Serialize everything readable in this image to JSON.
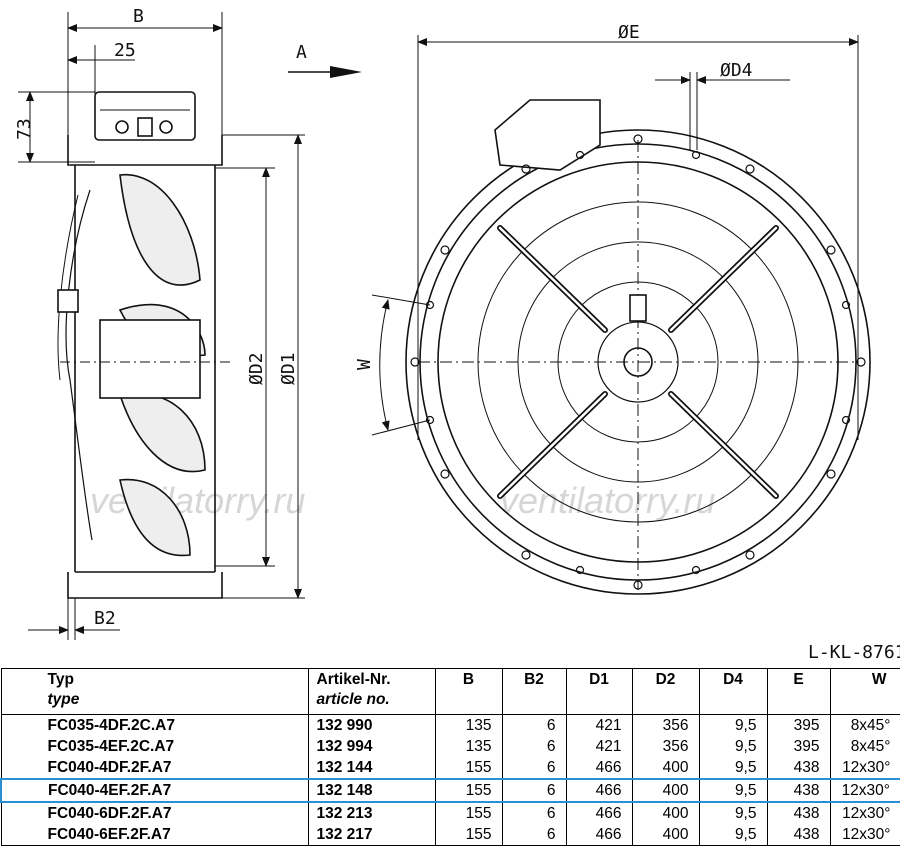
{
  "drawing": {
    "labels": {
      "B": "B",
      "dim25": "25",
      "dim73": "73",
      "B2": "B2",
      "D2": "ØD2",
      "D1": "ØD1",
      "E": "ØE",
      "D4": "ØD4",
      "W": "W",
      "A": "A"
    },
    "drawing_ref": "L-KL-8761",
    "watermark": "ventilatorry.ru"
  },
  "table": {
    "header": {
      "typ": "Typ",
      "type": "type",
      "artikel": "Artikel-Nr.",
      "article": "article no.",
      "B": "B",
      "B2": "B2",
      "D1": "D1",
      "D2": "D2",
      "D4": "D4",
      "E": "E",
      "W": "W"
    },
    "rows": [
      {
        "typ": "FC035-4DF.2C.A7",
        "art": "132 990",
        "B": "135",
        "B2": "6",
        "D1": "421",
        "D2": "356",
        "D4": "9,5",
        "E": "395",
        "W": "8x45°"
      },
      {
        "typ": "FC035-4EF.2C.A7",
        "art": "132 994",
        "B": "135",
        "B2": "6",
        "D1": "421",
        "D2": "356",
        "D4": "9,5",
        "E": "395",
        "W": "8x45°"
      },
      {
        "typ": "FC040-4DF.2F.A7",
        "art": "132 144",
        "B": "155",
        "B2": "6",
        "D1": "466",
        "D2": "400",
        "D4": "9,5",
        "E": "438",
        "W": "12x30°"
      },
      {
        "typ": "FC040-4EF.2F.A7",
        "art": "132 148",
        "B": "155",
        "B2": "6",
        "D1": "466",
        "D2": "400",
        "D4": "9,5",
        "E": "438",
        "W": "12x30°"
      },
      {
        "typ": "FC040-6DF.2F.A7",
        "art": "132 213",
        "B": "155",
        "B2": "6",
        "D1": "466",
        "D2": "400",
        "D4": "9,5",
        "E": "438",
        "W": "12x30°"
      },
      {
        "typ": "FC040-6EF.2F.A7",
        "art": "132 217",
        "B": "155",
        "B2": "6",
        "D1": "466",
        "D2": "400",
        "D4": "9,5",
        "E": "438",
        "W": "12x30°"
      }
    ],
    "highlight_color": "#2a8fd6"
  }
}
